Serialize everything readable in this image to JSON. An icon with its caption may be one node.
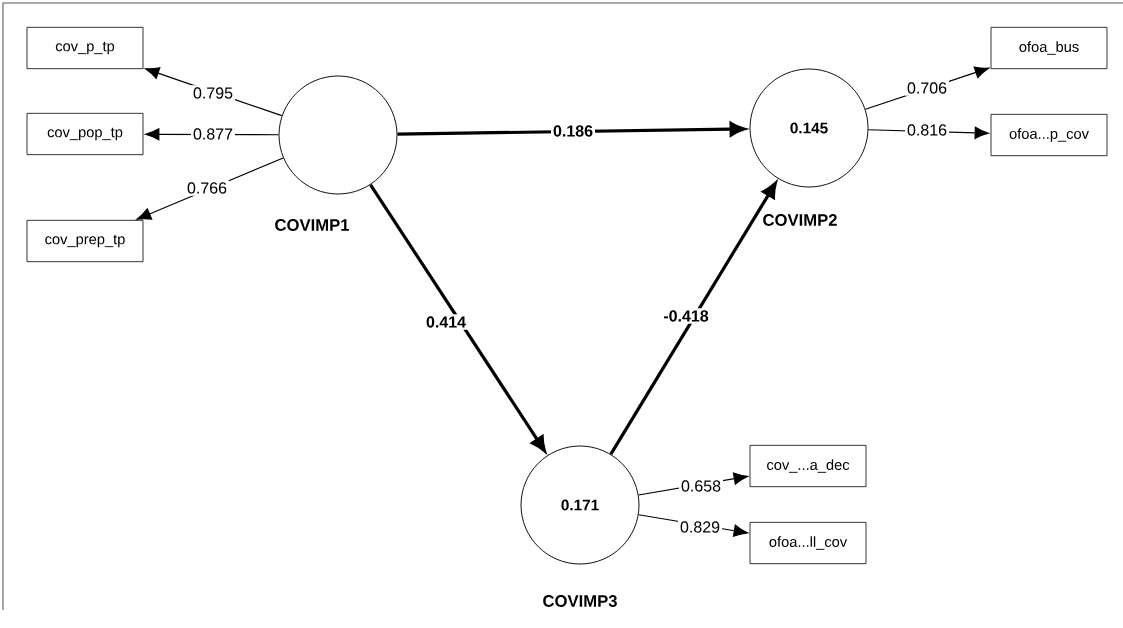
{
  "diagram": {
    "nodes": [
      {
        "text": [
          "cov_p_tp"
        ]
      },
      {
        "text": [
          "cov_pop_tp"
        ]
      },
      {
        "text": [
          "cov_prep_tp"
        ]
      },
      {
        "text": [
          "COVIMP1"
        ]
      },
      {
        "text": [
          "0.145",
          "COVIMP2"
        ]
      },
      {
        "text": [
          "ofoa_bus"
        ]
      },
      {
        "text": [
          "ofoa...p_cov"
        ]
      },
      {
        "text": [
          "0.171",
          "COVIMP3"
        ]
      },
      {
        "text": [
          "cov_...a_dec"
        ]
      },
      {
        "text": [
          "ofoa...ll_cov"
        ]
      }
    ],
    "edges": [
      {
        "from": 3,
        "to": 0,
        "arrow": "to",
        "label": "0.795"
      },
      {
        "from": 3,
        "to": 1,
        "arrow": "to",
        "label": "0.877"
      },
      {
        "from": 3,
        "to": 2,
        "arrow": "to",
        "label": "0.766"
      },
      {
        "from": 3,
        "to": 4,
        "arrow": "to",
        "label": "0.186",
        "style": "thick"
      },
      {
        "from": 3,
        "to": 7,
        "arrow": "to",
        "label": "0.414",
        "style": "thick"
      },
      {
        "from": 7,
        "to": 4,
        "arrow": "to",
        "label": "-0.418",
        "style": "thick"
      },
      {
        "from": 4,
        "to": 5,
        "arrow": "to",
        "label": "0.706"
      },
      {
        "from": 4,
        "to": 6,
        "arrow": "to",
        "label": "0.816"
      },
      {
        "from": 7,
        "to": 8,
        "arrow": "to",
        "label": "0.658"
      },
      {
        "from": 7,
        "to": 9,
        "arrow": "to",
        "label": "0.829"
      }
    ]
  }
}
